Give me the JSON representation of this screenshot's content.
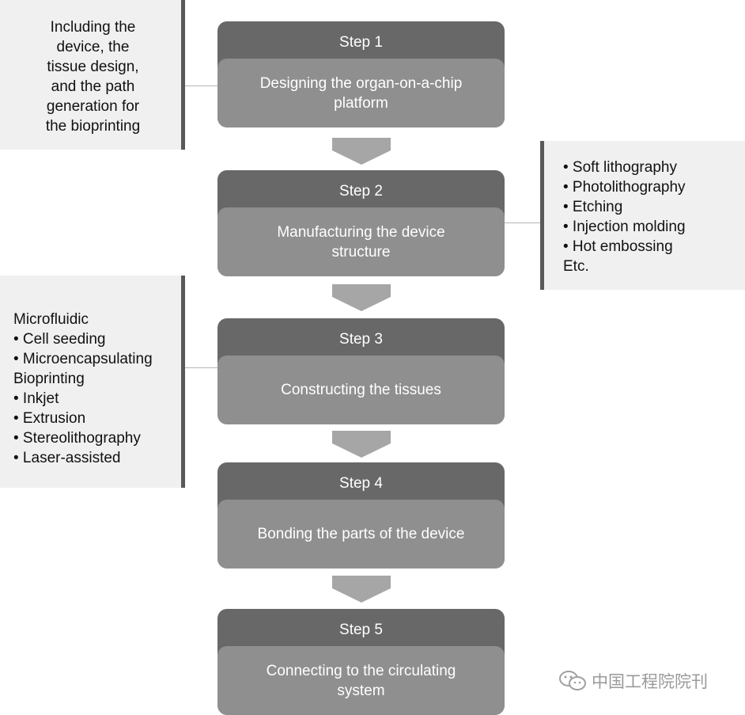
{
  "steps": [
    {
      "label": "Step 1",
      "text": "Designing the organ-on-a-chip platform"
    },
    {
      "label": "Step 2",
      "text": "Manufacturing the device structure"
    },
    {
      "label": "Step 3",
      "text": "Constructing the tissues"
    },
    {
      "label": "Step 4",
      "text": "Bonding the parts of the device"
    },
    {
      "label": "Step 5",
      "text": "Connecting to the circulating system"
    }
  ],
  "notes": {
    "design": "Including the device, the tissue design, and the path generation for the bioprinting",
    "manufacturing": {
      "items": [
        "• Soft lithography",
        "• Photolithography",
        "• Etching",
        "• Injection molding",
        "• Hot embossing",
        "Etc."
      ]
    },
    "tissues": {
      "items": [
        "Microfluidic",
        "• Cell seeding",
        "• Microencapsulating",
        "Bioprinting",
        "• Inkjet",
        "• Extrusion",
        "• Stereolithography",
        "• Laser-assisted"
      ]
    }
  },
  "watermark": "中国工程院院刊",
  "colors": {
    "step_header": "#686868",
    "step_body": "#8f8f8f",
    "arrow": "#a6a6a6",
    "note_bg": "#f0f0f0",
    "note_bar": "#595959"
  }
}
